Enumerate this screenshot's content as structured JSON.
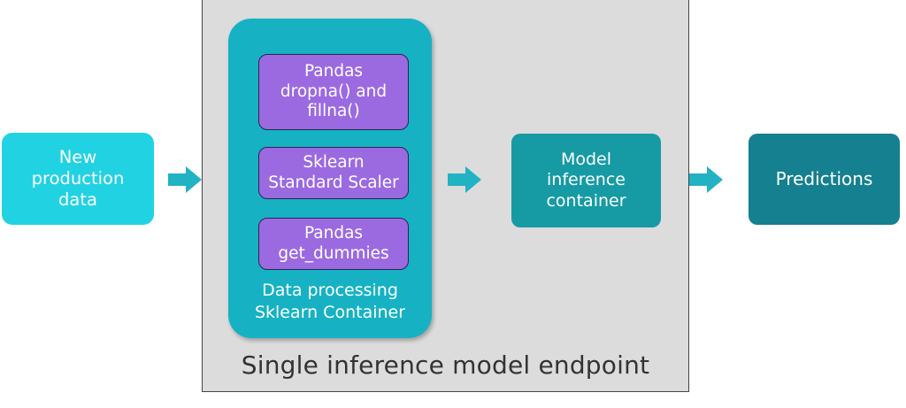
{
  "diagram": {
    "input": {
      "lines": [
        "New",
        "production",
        "data"
      ]
    },
    "endpoint": {
      "label": "Single inference model endpoint"
    },
    "processing_container": {
      "steps": [
        {
          "lines": [
            "Pandas",
            "dropna() and",
            "fillna()"
          ]
        },
        {
          "lines": [
            "Sklearn",
            "Standard Scaler"
          ]
        },
        {
          "lines": [
            "Pandas",
            "get_dummies"
          ]
        }
      ],
      "label_lines": [
        "Data processing",
        "Sklearn Container"
      ]
    },
    "model": {
      "lines": [
        "Model",
        "inference",
        "container"
      ]
    },
    "output": {
      "label": "Predictions"
    },
    "colors": {
      "input": "#21d2e3",
      "processing": "#16b2c3",
      "steps": "#9b6ae1",
      "model": "#169aa4",
      "output": "#15808f",
      "arrow": "#21b2c3",
      "endpoint_bg": "#dcdcdc"
    }
  }
}
